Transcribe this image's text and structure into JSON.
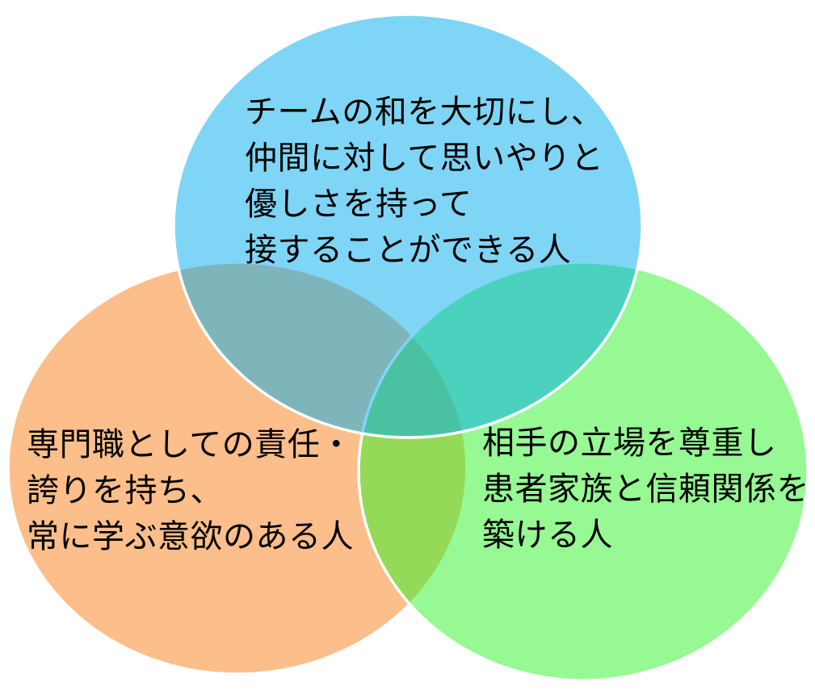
{
  "diagram": {
    "background_color": "#ffffff",
    "outline_color": "#ffffff",
    "text_color": "#000000",
    "overlap_colors": {
      "top_and_left": "#7eb4ba",
      "top_and_right": "#4dd4bc",
      "left_and_right": "#8fd95a",
      "center_all_three": "#4bc4a5"
    },
    "circles": {
      "top": {
        "fill_color": "#00acec",
        "fill_opacity": "0.5",
        "rendered_color_over_white": "#82d5f5",
        "lines": [
          "チームの和を大切にし、",
          "仲間に対して思いやりと",
          "優しさを持って",
          "接することができる人"
        ]
      },
      "bottom_left": {
        "fill_color": "#f97d15",
        "fill_opacity": "0.5",
        "rendered_color_over_white": "#fcbe8a",
        "lines": [
          "専門職としての責任・",
          "誇りを持ち、",
          "常に学ぶ意欲のある人"
        ]
      },
      "bottom_right": {
        "fill_color": "#2df327",
        "fill_opacity": "0.5",
        "rendered_color_over_white": "#96f993",
        "lines": [
          "相手の立場を尊重し",
          "患者家族と信頼関係を",
          "築ける人"
        ]
      }
    }
  }
}
